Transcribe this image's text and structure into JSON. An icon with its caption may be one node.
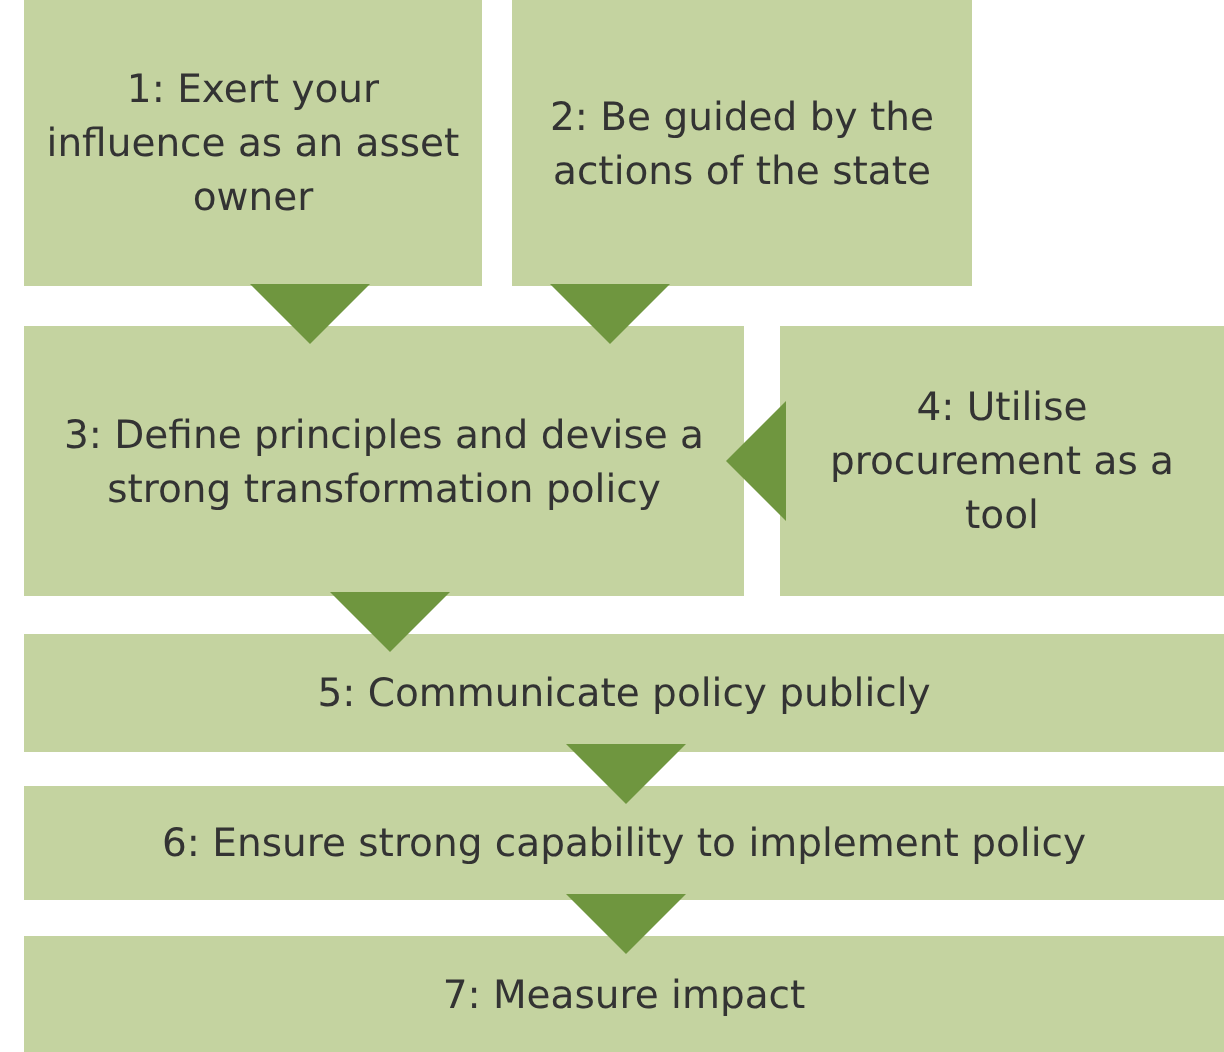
{
  "diagram": {
    "nodes": [
      {
        "text": [
          "1: Exert your influence as an asset owner"
        ]
      },
      {
        "text": [
          "2: Be guided by the actions of the state"
        ]
      },
      {
        "text": [
          "3: Define principles and devise a strong transformation policy"
        ]
      },
      {
        "text": [
          "4: Utilise procurement as a tool"
        ]
      },
      {
        "text": [
          "5: Communicate policy publicly"
        ]
      },
      {
        "text": [
          "6: Ensure strong capability to implement policy"
        ]
      },
      {
        "text": [
          "7: Measure impact"
        ]
      }
    ],
    "edges": [
      {
        "from": 0,
        "to": 2,
        "arrow": "to"
      },
      {
        "from": 1,
        "to": 2,
        "arrow": "to"
      },
      {
        "from": 3,
        "to": 2,
        "arrow": "to"
      },
      {
        "from": 2,
        "to": 4,
        "arrow": "to"
      },
      {
        "from": 4,
        "to": 5,
        "arrow": "to"
      },
      {
        "from": 5,
        "to": 6,
        "arrow": "to"
      }
    ]
  }
}
